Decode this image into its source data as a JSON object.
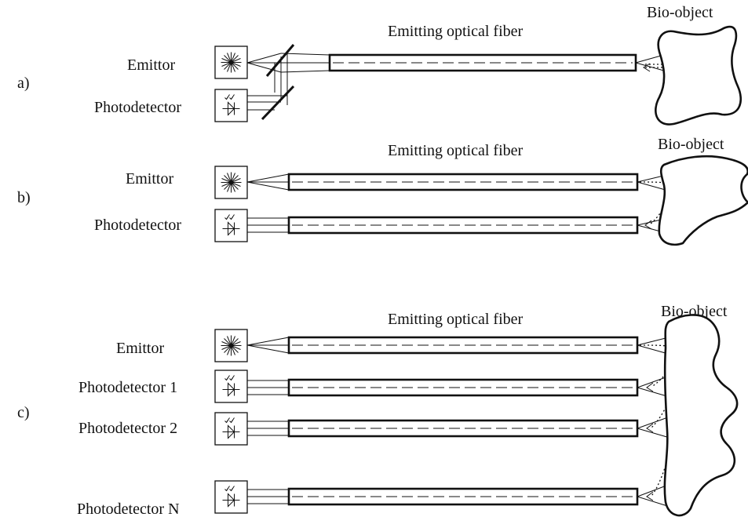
{
  "panels": [
    {
      "id": "a",
      "letter": "a)",
      "fiber_label": "Emitting optical fiber",
      "bio_label": "Bio-object",
      "rows": [
        {
          "label": "Emittor",
          "kind": "emitter"
        },
        {
          "label": "Photodetector",
          "kind": "detector"
        }
      ]
    },
    {
      "id": "b",
      "letter": "b)",
      "fiber_label": "Emitting optical fiber",
      "bio_label": "Bio-object",
      "rows": [
        {
          "label": "Emittor",
          "kind": "emitter"
        },
        {
          "label": "Photodetector",
          "kind": "detector"
        }
      ]
    },
    {
      "id": "c",
      "letter": "c)",
      "fiber_label": "Emitting optical fiber",
      "bio_label": "Bio-object",
      "rows": [
        {
          "label": "Emittor",
          "kind": "emitter"
        },
        {
          "label": "Photodetector 1",
          "kind": "detector"
        },
        {
          "label": "Photodetector 2",
          "kind": "detector"
        },
        {
          "label": "Photodetector N",
          "kind": "detector"
        }
      ]
    }
  ],
  "colors": {
    "line": "#111111",
    "background": "#ffffff"
  },
  "icons": {
    "emitter": "starburst-icon",
    "detector": "photodiode-icon"
  }
}
